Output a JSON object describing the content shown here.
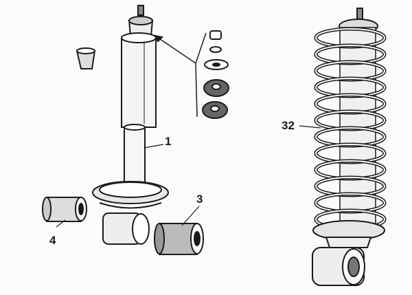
{
  "labels": {
    "shock_absorber": "1",
    "bushing_right": "3",
    "bushing_left": "4",
    "coil_spring_assembly": "32"
  },
  "colors": {
    "ink": "#1a1a1a",
    "paper": "#fbfbf9"
  }
}
